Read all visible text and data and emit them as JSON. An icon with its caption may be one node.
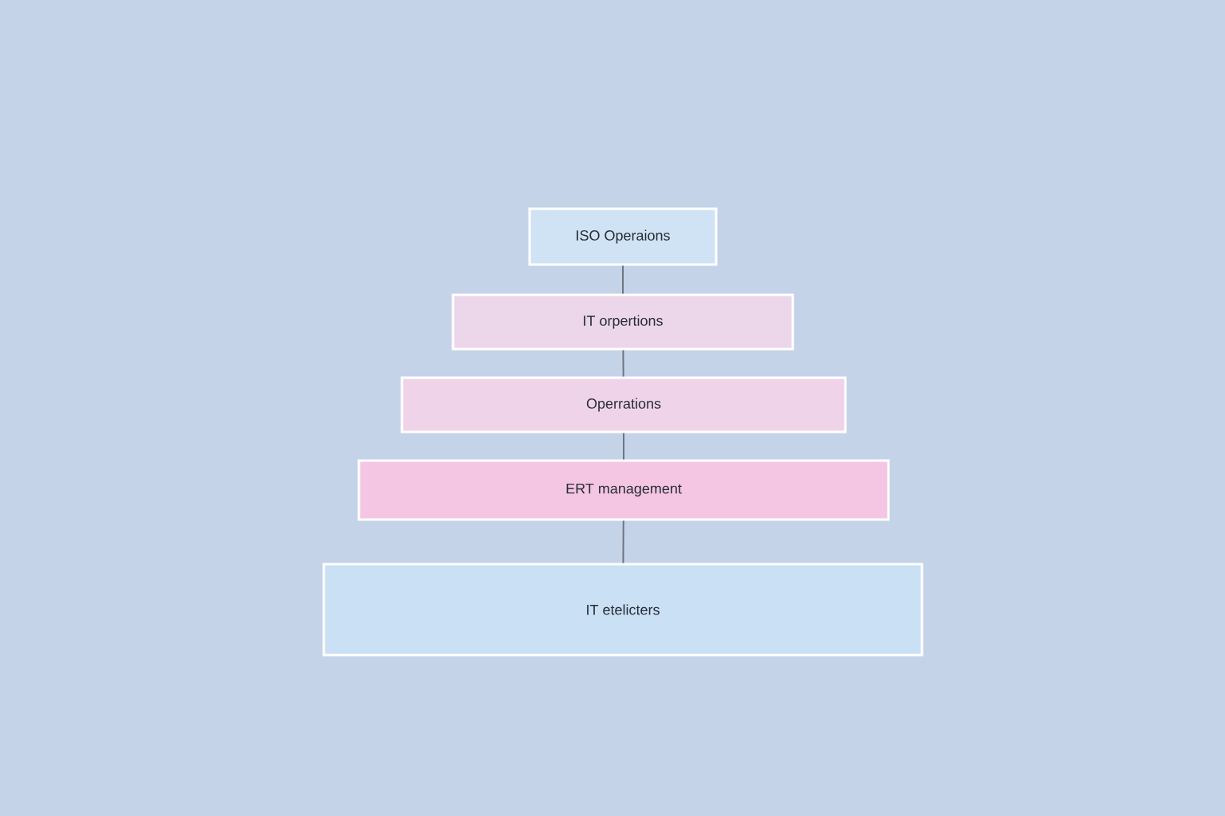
{
  "diagram": {
    "nodes": [
      {
        "text": [
          "ISO Operaions"
        ]
      },
      {
        "text": [
          "IT orpertions"
        ]
      },
      {
        "text": [
          "Operrations"
        ]
      },
      {
        "text": [
          "ERT management"
        ]
      },
      {
        "text": [
          "IT etelicters"
        ]
      }
    ],
    "edges": [
      {
        "from": 0,
        "to": 1,
        "arrow": "none"
      },
      {
        "from": 1,
        "to": 2,
        "arrow": "none"
      },
      {
        "from": 2,
        "to": 3,
        "arrow": "none"
      },
      {
        "from": 3,
        "to": 4,
        "arrow": "none"
      }
    ]
  }
}
